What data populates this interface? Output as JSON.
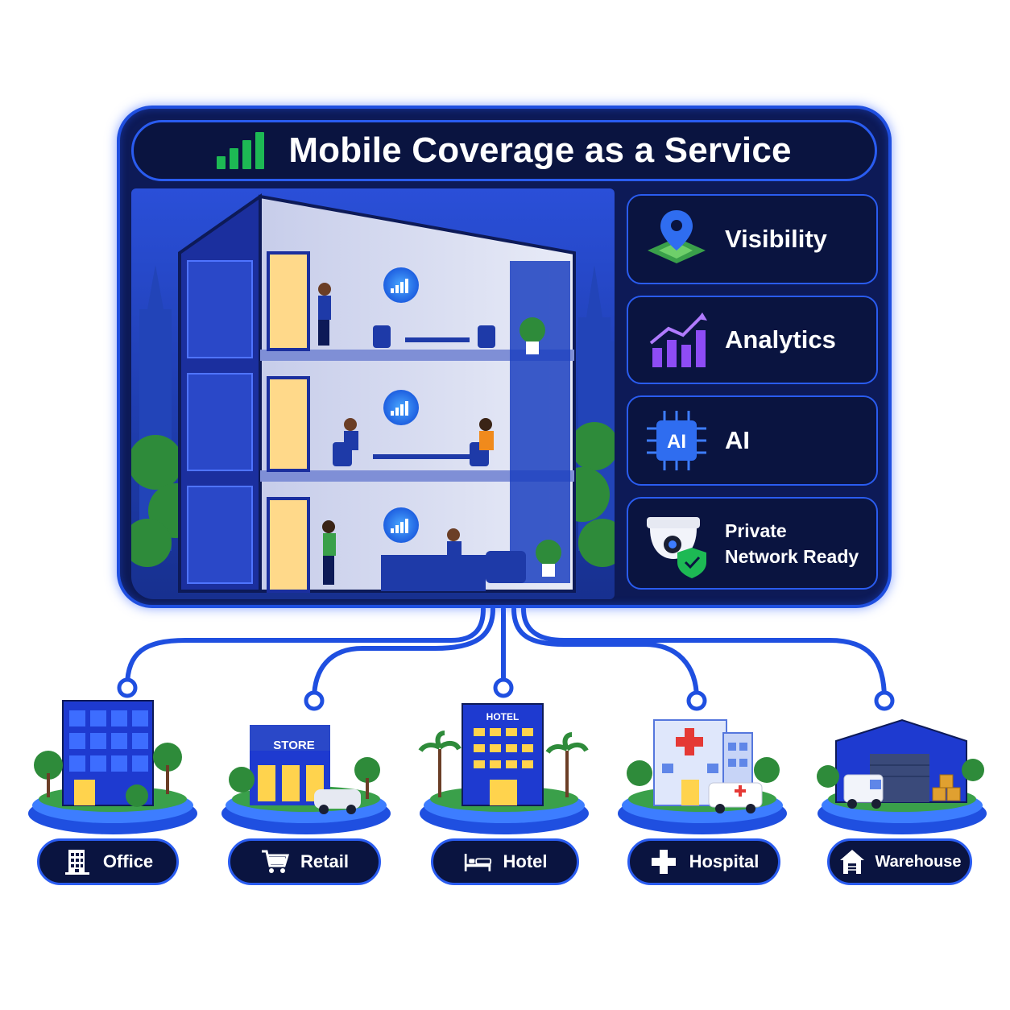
{
  "header": {
    "title": "Mobile Coverage as a Service"
  },
  "features": [
    {
      "label": "Visibility",
      "icon": "map-pin-icon"
    },
    {
      "label": "Analytics",
      "icon": "chart-growth-icon"
    },
    {
      "label": "AI",
      "icon": "ai-chip-icon",
      "chip_text": "AI"
    },
    {
      "label_lines": [
        "Private",
        "Network Ready"
      ],
      "icon": "camera-shield-icon"
    }
  ],
  "sites": [
    {
      "label": "Office",
      "icon": "office-building-icon"
    },
    {
      "label": "Retail",
      "icon": "cart-icon",
      "sign": "STORE"
    },
    {
      "label": "Hotel",
      "icon": "bed-icon",
      "sign": "HOTEL"
    },
    {
      "label": "Hospital",
      "icon": "cross-icon"
    },
    {
      "label": "Warehouse",
      "icon": "house-icon"
    }
  ],
  "colors": {
    "panel": "#0d1a57",
    "border": "#1f4fe0",
    "signal_green": "#1db954",
    "window_glow": "#ffd34d",
    "tree": "#2e8b3a"
  }
}
